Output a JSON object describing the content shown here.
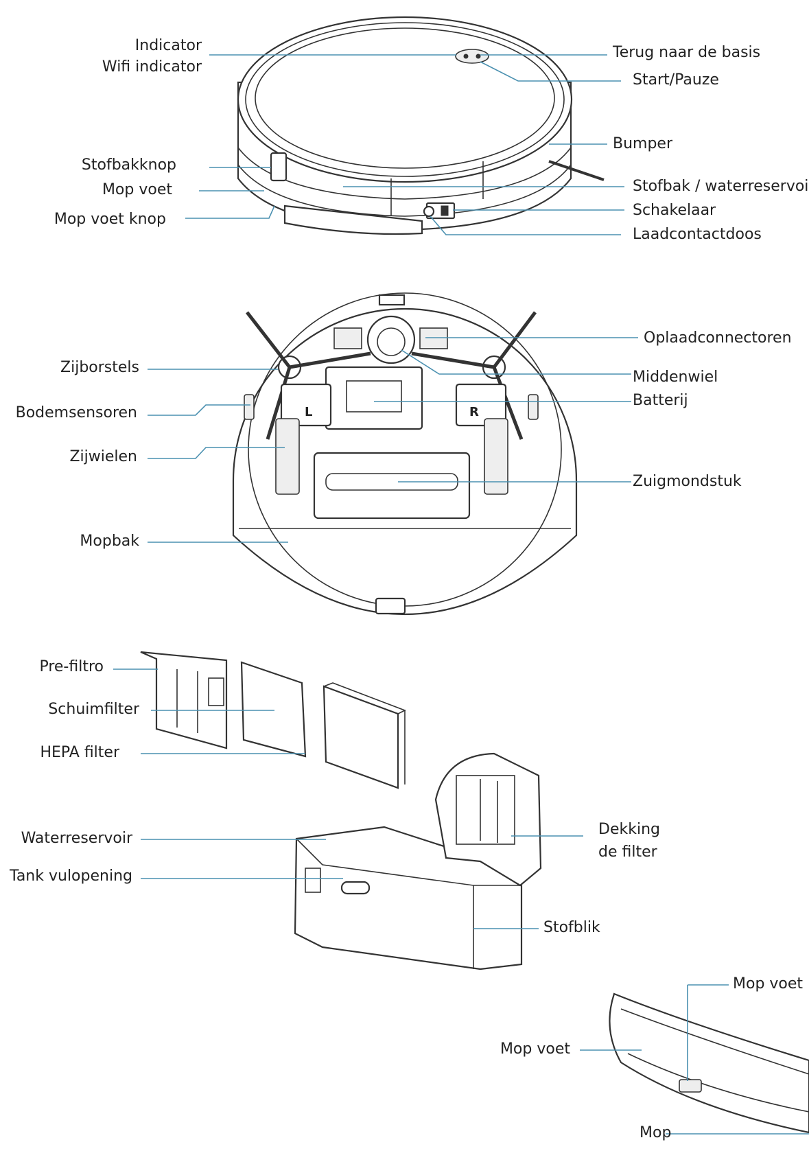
{
  "top_view": {
    "labels_left": [
      "Indicator",
      "Wifi indicator",
      "Stofbakknop",
      "Mop voet",
      "Mop voet knop"
    ],
    "labels_right": [
      "Terug naar de basis",
      "Start/Pauze",
      "Bumper",
      "Stofbak / waterreservoir",
      "Schakelaar",
      "Laadcontactdoos"
    ]
  },
  "bottom_view": {
    "labels_left": [
      "Zijborstels",
      "Bodemsensoren",
      "Zijwielen",
      "Mopbak"
    ],
    "labels_right": [
      "Oplaadconnectoren",
      "Middenwiel",
      "Batterij",
      "Zuigmondstuk"
    ],
    "wheel_marks": [
      "L",
      "R"
    ]
  },
  "filters_view": {
    "labels_left": [
      "Pre-filtro",
      "Schuimfilter",
      "HEPA filter",
      "Waterreservoir",
      "Tank vulopening"
    ],
    "labels_right": [
      "Dekking",
      "de filter",
      "Stofblik"
    ]
  },
  "mop_view": {
    "labels": [
      "Mop voet l",
      "Mop voet",
      "Mop"
    ]
  },
  "colors": {
    "leader_line": "#4a90b0",
    "ink": "#333333",
    "text": "#222222"
  }
}
